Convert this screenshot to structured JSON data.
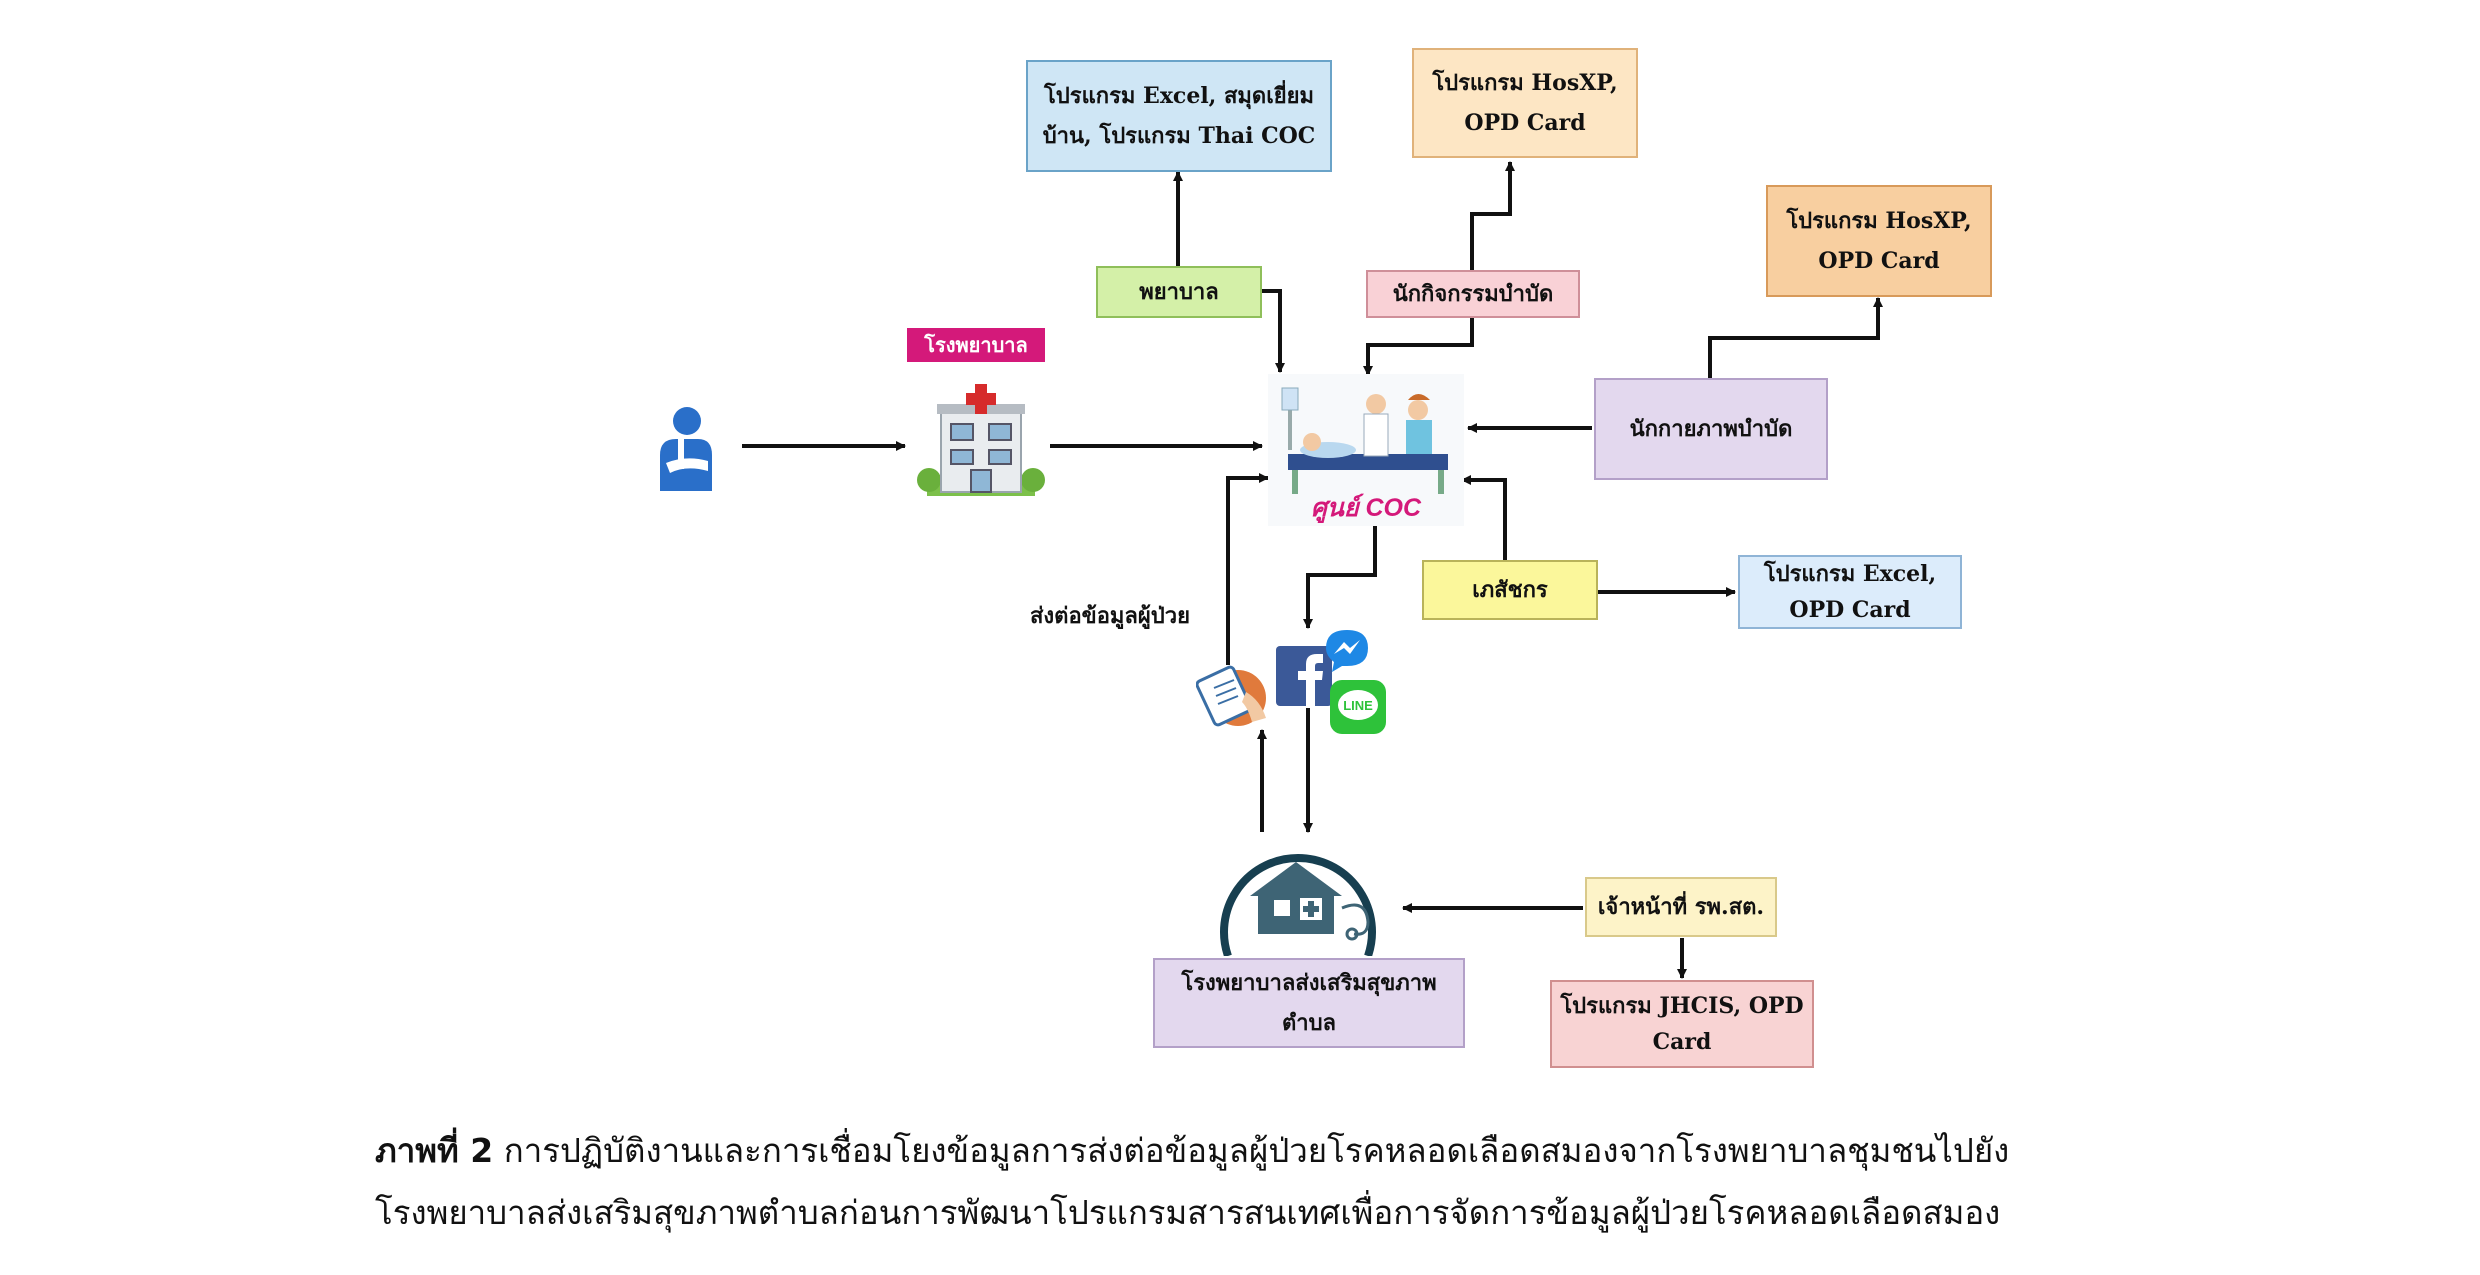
{
  "nodes": {
    "excel_thai_coc": [
      "โปรแกรม Excel, สมุดเยี่ยม",
      "บ้าน, โปรแกรม Thai COC"
    ],
    "hosxp_top": [
      "โปรแกรม HosXP,",
      "OPD Card"
    ],
    "hosxp_right": [
      "โปรแกรม HosXP,",
      "OPD Card"
    ],
    "nurse": "พยาบาล",
    "occupational_therapist": "นักกิจกรรมบำบัด",
    "physiotherapist": "นักกายภาพบำบัด",
    "hospital_label": "โรงพยาบาล",
    "coc_center": "ศูนย์ COC",
    "pharmacist": "เภสัชกร",
    "excel_opd": [
      "โปรแกรม Excel,",
      "OPD Card"
    ],
    "refer_label": "ส่งต่อข้อมูลผู้ป่วย",
    "line_label": "LINE",
    "sub_district_hospital": [
      "โรงพยาบาลส่งเสริมสุขภาพ",
      "ตำบล"
    ],
    "health_officer": "เจ้าหน้าที่ รพ.สต.",
    "jhcis": [
      "โปรแกรม JHCIS, OPD",
      "Card"
    ]
  },
  "caption": {
    "prefix": "ภาพที่ 2",
    "line1": " การปฏิบัติงานและการเชื่อมโยงข้อมูลการส่งต่อข้อมูลผู้ป่วยโรคหลอดเลือดสมองจากโรงพยาบาลชุมชนไปยัง",
    "line2": "โรงพยาบาลส่งเสริมสุขภาพตำบลก่อนการพัฒนาโปรแกรมสารสนเทศเพื่อการจัดการข้อมูลผู้ป่วยโรคหลอดเลือดสมอง"
  },
  "colors": {
    "arrow": "#111111",
    "hospital_tag": "#d4197a",
    "coc_text": "#d4197a",
    "facebook": "#3b5998",
    "messenger": "#1e88e5",
    "line": "#2ec23a",
    "patient": "#2a6fc9"
  }
}
